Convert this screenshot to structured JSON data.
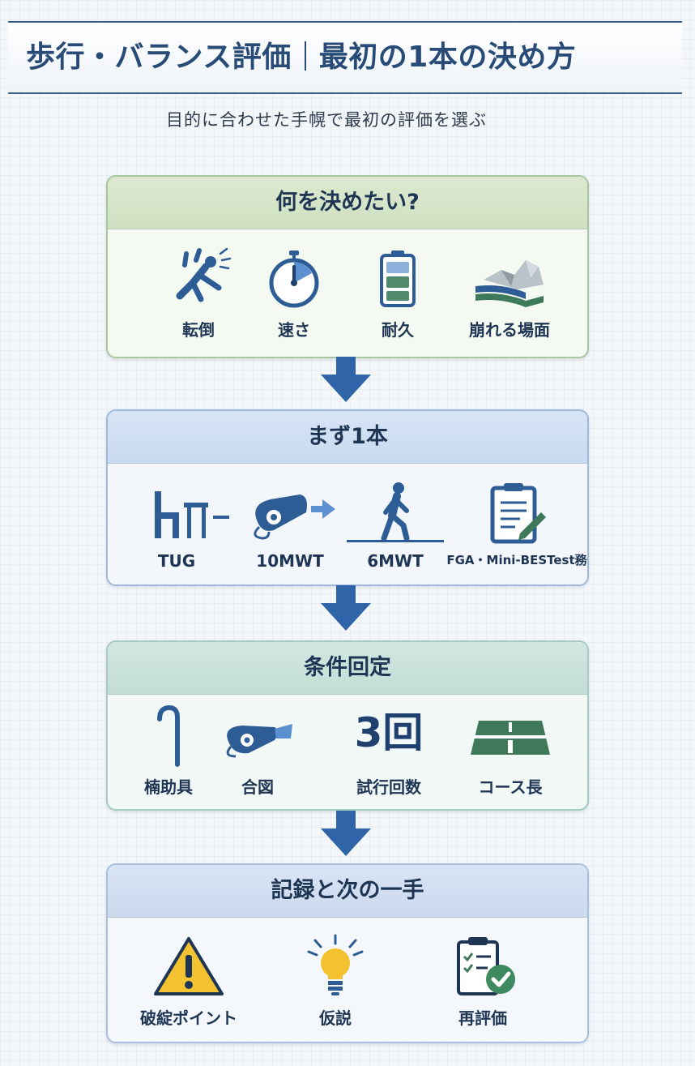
{
  "header": {
    "title_left": "歩行・バランス評価",
    "title_right": "最初の1本の決め方",
    "subtitle": "目的に合わせた手幌で最初の評価を選ぶ"
  },
  "sections": [
    {
      "heading": "何を決めたい?",
      "items": [
        {
          "label": "転倒",
          "icon": "falling-person-icon"
        },
        {
          "label": "速さ",
          "icon": "stopwatch-icon"
        },
        {
          "label": "耐久",
          "icon": "battery-icon"
        },
        {
          "label": "崩れる場面",
          "icon": "broken-terrain-icon"
        }
      ]
    },
    {
      "heading": "まず1本",
      "items": [
        {
          "label": "TUG",
          "icon": "chair-icon"
        },
        {
          "label": "10MWT",
          "icon": "timer-arrow-icon"
        },
        {
          "label": "6MWT",
          "icon": "walking-person-icon"
        },
        {
          "label": "FGA・Mini-BESTest務",
          "icon": "clipboard-pencil-icon"
        }
      ]
    },
    {
      "heading": "条件回定",
      "items": [
        {
          "label": "楠助具",
          "icon": "cane-icon"
        },
        {
          "label": "合図",
          "icon": "whistle-icon"
        },
        {
          "label": "試行回数",
          "icon": "three-count-icon",
          "icon_text": "3回"
        },
        {
          "label": "コース長",
          "icon": "course-road-icon"
        }
      ]
    },
    {
      "heading": "記録と次の一手",
      "items": [
        {
          "label": "破綻ポイント",
          "icon": "warning-icon"
        },
        {
          "label": "仮説",
          "icon": "lightbulb-icon"
        },
        {
          "label": "再評価",
          "icon": "clipboard-check-icon"
        }
      ]
    }
  ],
  "colors": {
    "title": "#284b78",
    "icon_blue": "#2e5d96",
    "icon_green": "#3e7a5a",
    "arrow": "#2f64a8",
    "warning": "#f2c230"
  }
}
